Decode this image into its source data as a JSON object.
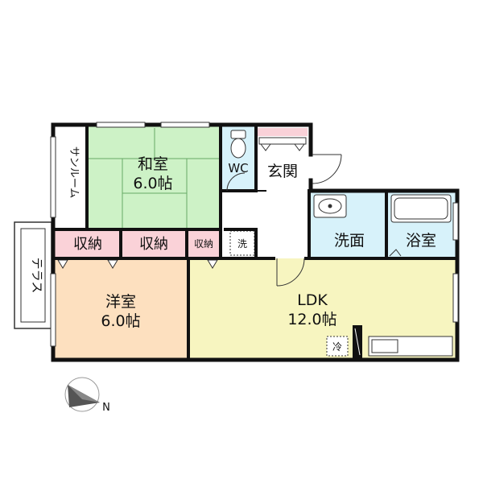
{
  "rooms": {
    "washitsu": {
      "name": "和室",
      "size": "6.0帖"
    },
    "youshitsu": {
      "name": "洋室",
      "size": "6.0帖"
    },
    "ldk": {
      "name": "LDK",
      "size": "12.0帖"
    },
    "genkan": {
      "name": "玄関"
    },
    "wc": {
      "name": "WC"
    },
    "senmen": {
      "name": "洗面"
    },
    "yokushitsu": {
      "name": "浴室"
    },
    "sunroom": {
      "name": "サンルーム"
    },
    "terrace": {
      "name": "テラス"
    }
  },
  "storage": {
    "left": "収納",
    "middle": "収納",
    "small": "収納"
  },
  "fixtures": {
    "washer": "洗",
    "fridge": "冷"
  },
  "compass": {
    "label": "N"
  },
  "colors": {
    "wall": "#111111",
    "tatami": "#cdf2c6",
    "tatami_line": "#66aa66",
    "youshitsu": "#fde0bf",
    "ldk": "#f7f5c0",
    "storage": "#fad2d8",
    "water": "#d7f2fa",
    "genkan": "#f9d1d8"
  }
}
